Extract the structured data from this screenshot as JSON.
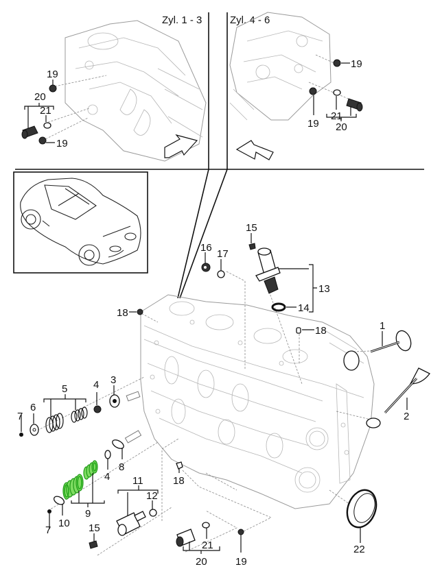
{
  "diagram": {
    "type": "exploded-parts-view",
    "subject": "cylinder head with valves, valve springs and camshaft adjuster solenoids",
    "highlight_color": "#3cc42a",
    "highlighted_part": "9",
    "insets": {
      "left": {
        "title": "Zyl. 1 - 3",
        "parts": [
          "19",
          "20",
          "21",
          "19"
        ]
      },
      "right": {
        "title": "Zyl. 4 - 6",
        "parts": [
          "19",
          "19",
          "21",
          "20"
        ]
      }
    },
    "vehicle_thumbnail": "coupe-car-outline",
    "callouts": {
      "p1": "1",
      "p2": "2",
      "p3": "3",
      "p4a": "4",
      "p4b": "4",
      "p5": "5",
      "p6": "6",
      "p7a": "7",
      "p7b": "7",
      "p8": "8",
      "p9": "9",
      "p10": "10",
      "p11": "11",
      "p12": "12",
      "p13": "13",
      "p14": "14",
      "p15a": "15",
      "p15b": "15",
      "p16": "16",
      "p17": "17",
      "p18a": "18",
      "p18b": "18",
      "p18c": "18",
      "p19a": "19",
      "p20a": "20",
      "p21a": "21",
      "p22": "22",
      "l19a": "19",
      "l19b": "19",
      "l20": "20",
      "l21": "21",
      "r19a": "19",
      "r19b": "19",
      "r20": "20",
      "r21": "21"
    }
  }
}
